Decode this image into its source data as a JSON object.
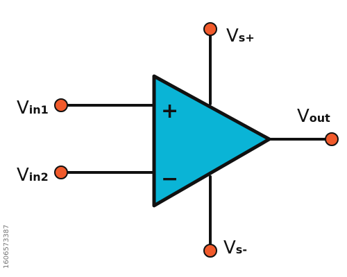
{
  "diagram": {
    "labels": {
      "vin1_main": "V",
      "vin1_sub": "in1",
      "vin2_main": "V",
      "vin2_sub": "in2",
      "vout_main": "V",
      "vout_sub": "out",
      "vsp_main": "V",
      "vsp_sub": "s+",
      "vsm_main": "V",
      "vsm_sub": "s-"
    },
    "plus_sign": "+",
    "minus_sign": "−",
    "colors": {
      "triangle_fill": "#0ab4d6",
      "line": "#111111",
      "terminal": "#f15a2b"
    },
    "watermark": "1606573387"
  }
}
